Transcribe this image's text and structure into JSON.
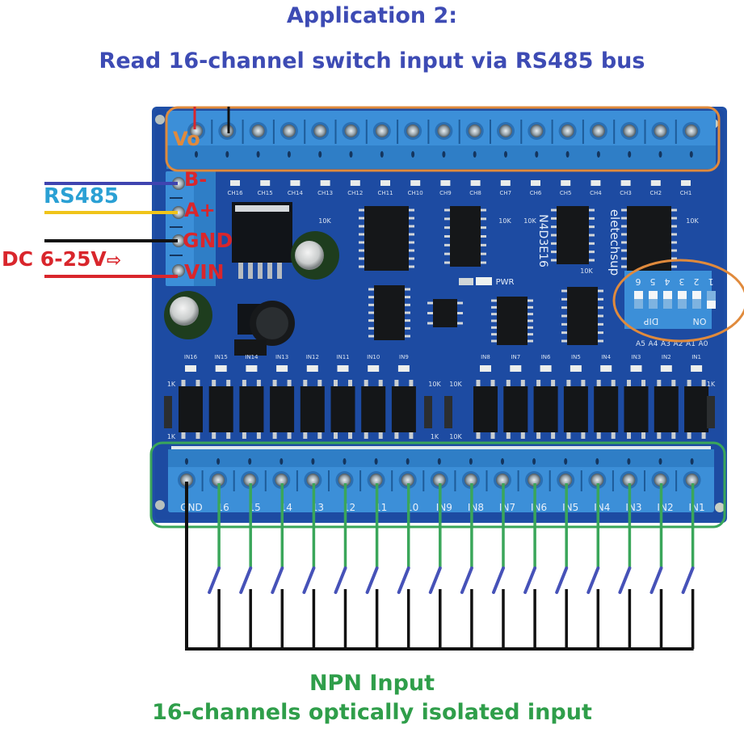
{
  "header": {
    "title": "Application 2:",
    "subtitle": "Read 16-channel switch input via RS485 bus"
  },
  "footer": {
    "line1": "NPN Input",
    "line2": "16-channels optically isolated input"
  },
  "colors": {
    "title": "#3d4bb4",
    "footer": "#2f9e4a",
    "pcb": "#1f4fa6",
    "terminal": "#3f8fd6",
    "highlight_orange": "#e08a3c",
    "highlight_green": "#3aa65a",
    "wire_red": "#d9262c",
    "wire_blue": "#3f44b0",
    "wire_yellow": "#f0c419",
    "wire_black": "#111111",
    "rs485_label": "#2aa0d4",
    "switch_blue": "#4652b8"
  },
  "left_terminal": {
    "pins": [
      {
        "label": "B-",
        "wire": "blue"
      },
      {
        "label": "A+",
        "wire": "yellow"
      },
      {
        "label": "GND",
        "wire": "black"
      },
      {
        "label": "VIN",
        "wire": "red"
      }
    ],
    "bus_label": "RS485",
    "power_label": "DC 6-25V",
    "power_arrow": "arrow-right-icon"
  },
  "top_terminal": {
    "output_label": "Vo",
    "pin_count": 17,
    "channel_labels": [
      "CH16",
      "CH15",
      "CH14",
      "CH13",
      "CH12",
      "CH11",
      "CH10",
      "CH9",
      "CH8",
      "CH7",
      "CH6",
      "CH5",
      "CH4",
      "CH3",
      "CH2",
      "CH1"
    ]
  },
  "board": {
    "brand": "eletechsup",
    "model": "N4D3E16",
    "power_led_label": "PWR",
    "resistor_labels": [
      "10K",
      "10K",
      "10K",
      "10K",
      "10K",
      "1K",
      "10K",
      "10K",
      "1K",
      "1K",
      "10K",
      "1K"
    ],
    "dip_switch": {
      "label": "DIP",
      "on_label": "ON",
      "positions": [
        "6",
        "5",
        "4",
        "3",
        "2",
        "1"
      ],
      "address_labels": [
        "A5",
        "A4",
        "A3",
        "A2",
        "A1",
        "A0"
      ],
      "on_states": [
        false,
        false,
        false,
        false,
        false,
        true
      ]
    },
    "input_led_labels": [
      "IN16",
      "IN15",
      "IN14",
      "IN13",
      "IN12",
      "IN11",
      "IN10",
      "IN9",
      "IN8",
      "IN7",
      "IN6",
      "IN5",
      "IN4",
      "IN3",
      "IN2",
      "IN1"
    ]
  },
  "bottom_terminal": {
    "pin_labels": [
      "GND",
      "16",
      "15",
      "14",
      "13",
      "12",
      "11",
      "10",
      "IN9",
      "IN8",
      "IN7",
      "IN6",
      "IN5",
      "IN4",
      "IN3",
      "IN2",
      "IN1"
    ]
  },
  "switches": {
    "count": 16,
    "type": "normally-open"
  }
}
